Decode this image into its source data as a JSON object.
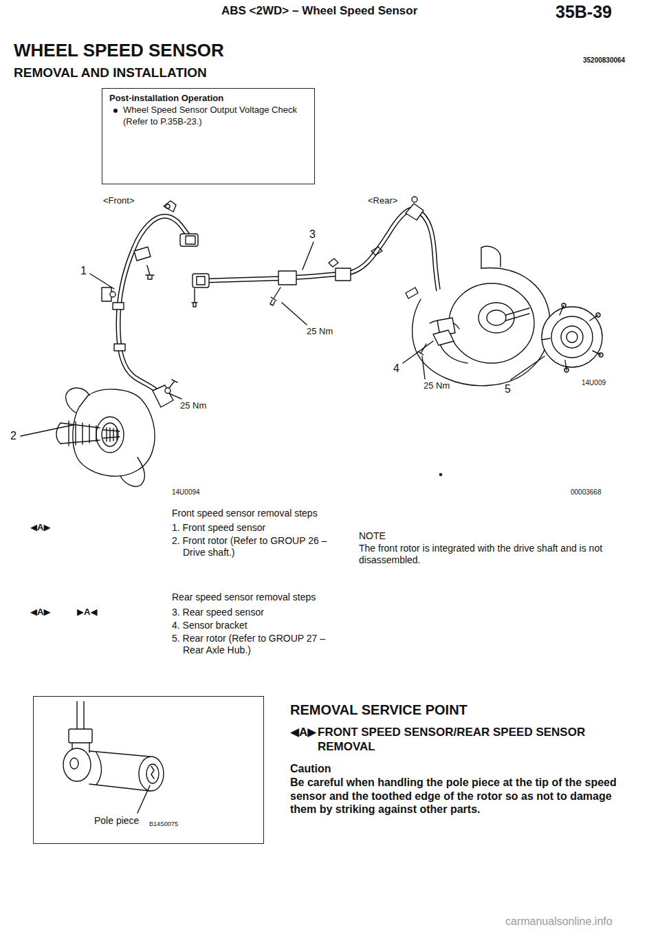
{
  "diagram": {
    "title": "WHEEL SPEED SENSOR",
    "nodes": [
      {
        "text": [
          "Post-installation Operation",
          "Wheel Speed Sensor Output Voltage Check (Refer to P.35B-23.)"
        ]
      },
      {
        "text": [
          "Pole piece",
          "B14S0075"
        ]
      }
    ],
    "labels": [
      "ABS <2WD> – Wheel Speed Sensor",
      "35B-39",
      "REMOVAL AND INSTALLATION",
      "35200830064",
      "<Front>",
      "<Rear>",
      "1",
      "2",
      "3",
      "4",
      "5",
      "25 Nm",
      "25 Nm",
      "25 Nm",
      "14U0094",
      "14U009",
      "00003668",
      "Front speed sensor removal steps",
      "◀A▶",
      "1. Front speed sensor",
      "2. Front rotor (Refer to GROUP 26 – Drive shaft.)",
      "NOTE",
      "The front rotor is integrated with the drive shaft and is not disassembled.",
      "Rear speed sensor removal steps",
      "◀A▶",
      "▶A◀",
      "3. Rear speed sensor",
      "4. Sensor bracket",
      "5. Rear rotor (Refer to GROUP 27 – Rear Axle Hub.)",
      "REMOVAL SERVICE POINT",
      "◀A▶",
      "FRONT SPEED SENSOR/REAR SPEED SENSOR REMOVAL",
      "Caution",
      "Be careful when handling the pole piece at the tip of the speed sensor and the toothed edge of the rotor so as not to damage them by striking against other parts.",
      "carmanualsonline.info"
    ]
  }
}
